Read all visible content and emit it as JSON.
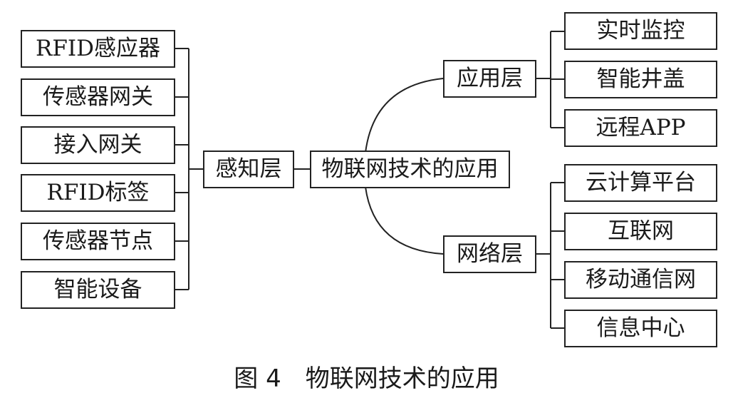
{
  "diagram": {
    "center": "物联网技术的应用",
    "perception_layer": {
      "label": "感知层",
      "items": [
        "RFID感应器",
        "传感器网关",
        "接入网关",
        "RFID标签",
        "传感器节点",
        "智能设备"
      ]
    },
    "application_layer": {
      "label": "应用层",
      "items": [
        "实时监控",
        "智能井盖",
        "远程APP"
      ]
    },
    "network_layer": {
      "label": "网络层",
      "items": [
        "云计算平台",
        "互联网",
        "移动通信网",
        "信息中心"
      ]
    }
  },
  "caption": "图 4　物联网技术的应用"
}
